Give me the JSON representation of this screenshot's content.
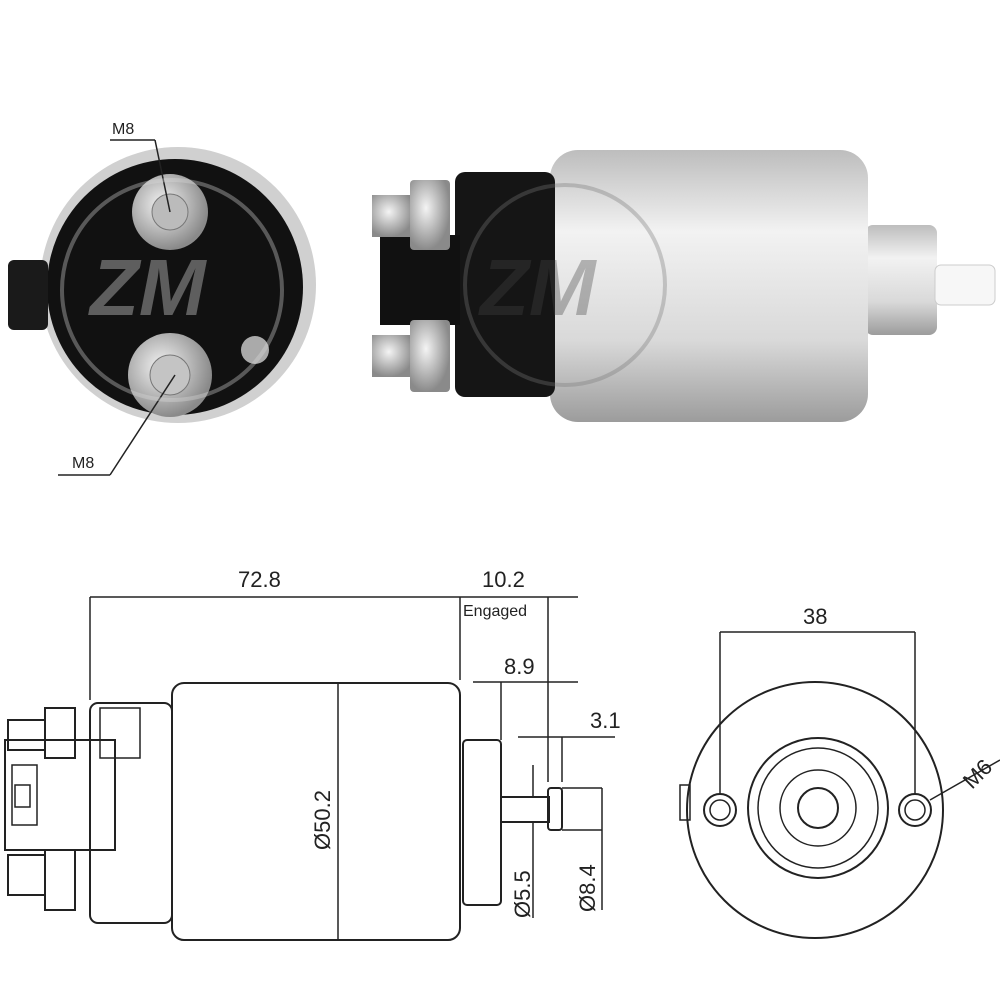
{
  "photos": {
    "end_view": {
      "label_top": "M8",
      "label_bottom": "M8"
    },
    "watermark": "ZM"
  },
  "drawing": {
    "length": "72.8",
    "engaged_travel": "10.2",
    "engaged_label": "Engaged",
    "plunger_offset": "8.9",
    "tip_length": "3.1",
    "body_diameter": "Ø50.2",
    "shaft_diameter": "Ø5.5",
    "tip_diameter": "Ø8.4",
    "hole_spacing": "38",
    "mount_thread": "M6"
  }
}
